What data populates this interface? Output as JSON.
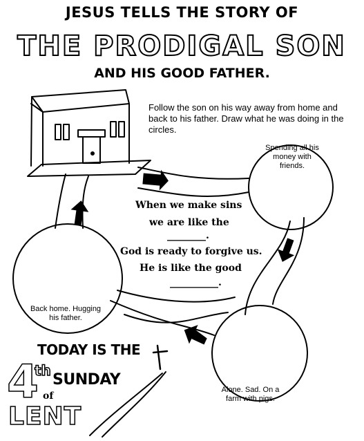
{
  "header": {
    "line1": "JESUS TELLS THE STORY OF",
    "title": "THE PRODIGAL SON",
    "line3": "AND HIS GOOD FATHER."
  },
  "instructions": "Follow the son on his way away from home and back to his father. Draw what he was doing in the circles.",
  "circles": {
    "top_right": {
      "line1": "Spending all his",
      "line2": "money with friends."
    },
    "left": {
      "line1": "Back home. Hugging",
      "line2": "his father."
    },
    "bottom_right": {
      "line1": "Alone. Sad. On a",
      "line2": "farm with pigs."
    }
  },
  "message": {
    "line1": "When we make sins",
    "line2": "we are like the",
    "blank1": "________.",
    "line3": "God is ready to forgive us.",
    "line4": "He is like the good",
    "blank2": "__________."
  },
  "lent": {
    "today": "TODAY IS THE",
    "number": "4",
    "suffix": "th",
    "sunday": "SUNDAY",
    "of": "of",
    "lent": "LENT"
  }
}
